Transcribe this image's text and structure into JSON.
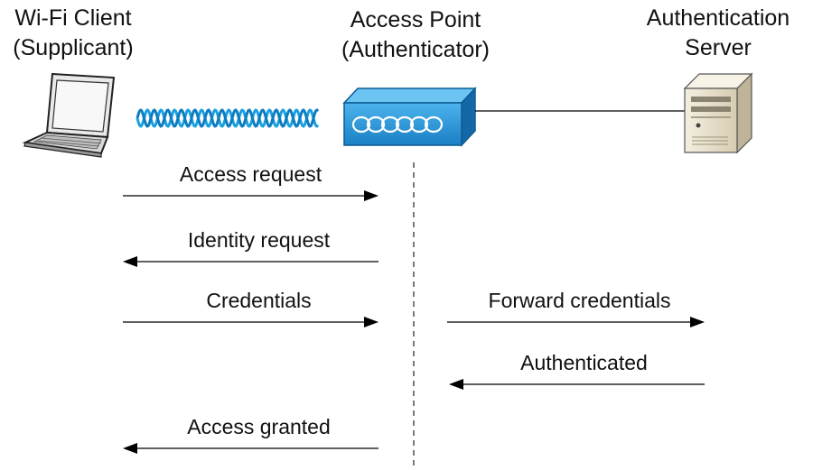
{
  "entities": {
    "client": {
      "line1": "Wi-Fi Client",
      "line2": "(Supplicant)",
      "icon": "laptop-icon"
    },
    "ap": {
      "line1": "Access Point",
      "line2": "(Authenticator)",
      "icon": "access-point-icon",
      "color": "#2a8fd0"
    },
    "server": {
      "line1": "Authentication",
      "line2": "Server",
      "icon": "server-icon"
    }
  },
  "messages": [
    {
      "text": "Access request",
      "direction": "right"
    },
    {
      "text": "Identity request",
      "direction": "left"
    },
    {
      "text": "Credentials",
      "direction": "right"
    },
    {
      "text": "Forward credentials",
      "direction": "right"
    },
    {
      "text": "Authenticated",
      "direction": "left"
    },
    {
      "text": "Access granted",
      "direction": "left"
    }
  ],
  "colors": {
    "wave": "#1aa0e0",
    "line": "#000000"
  }
}
